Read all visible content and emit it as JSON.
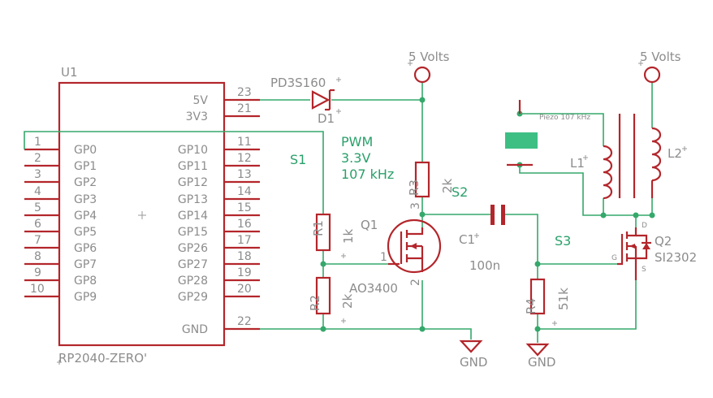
{
  "colors": {
    "component": "#b3262b",
    "wire": "#35a86b",
    "text": "#8c8c8c",
    "net_label": "#2aa06a"
  },
  "u1": {
    "name": "U1",
    "value": "RP2040-ZERO'",
    "right_pins": [
      {
        "label": "5V",
        "num": "23"
      },
      {
        "label": "3V3",
        "num": "21"
      },
      {
        "label": "GP10",
        "num": "11"
      },
      {
        "label": "GP11",
        "num": "12"
      },
      {
        "label": "GP12",
        "num": "13"
      },
      {
        "label": "GP13",
        "num": "14"
      },
      {
        "label": "GP14",
        "num": "15"
      },
      {
        "label": "GP15",
        "num": "16"
      },
      {
        "label": "GP26",
        "num": "17"
      },
      {
        "label": "GP27",
        "num": "18"
      },
      {
        "label": "GP28",
        "num": "19"
      },
      {
        "label": "GP29",
        "num": "20"
      },
      {
        "label": "GND",
        "num": "22"
      }
    ],
    "left_pins": [
      {
        "label": "GP0",
        "num": "1"
      },
      {
        "label": "GP1",
        "num": "2"
      },
      {
        "label": "GP2",
        "num": "3"
      },
      {
        "label": "GP3",
        "num": "4"
      },
      {
        "label": "GP4",
        "num": "5"
      },
      {
        "label": "GP5",
        "num": "6"
      },
      {
        "label": "GP6",
        "num": "7"
      },
      {
        "label": "GP7",
        "num": "8"
      },
      {
        "label": "GP8",
        "num": "9"
      },
      {
        "label": "GP9",
        "num": "10"
      }
    ]
  },
  "d1": {
    "name": "D1",
    "value": "PD3S160"
  },
  "supply_left": "5 Volts",
  "supply_right": "5 Volts",
  "pwm": {
    "line1": "PWM",
    "line2": "3.3V",
    "line3": "107 kHz"
  },
  "nets": {
    "s1": "S1",
    "s2": "S2",
    "s3": "S3"
  },
  "r1": {
    "name": "R1",
    "value": "1k"
  },
  "r2": {
    "name": "R2",
    "value": "2k"
  },
  "r3": {
    "name": "R3",
    "value": "2k"
  },
  "r4": {
    "name": "R4",
    "value": "51k"
  },
  "q1": {
    "name": "Q1",
    "value": "AO3400",
    "pin_gate": "1",
    "pin_drain": "3",
    "pin_source": "2"
  },
  "c1": {
    "name": "C1",
    "value": "100n"
  },
  "q2": {
    "name": "Q2",
    "value": "SI2302",
    "pin_d": "D",
    "pin_g": "G",
    "pin_s": "S"
  },
  "piezo": {
    "label": "Piezo 107 kHz"
  },
  "l1": {
    "name": "L1"
  },
  "l2": {
    "name": "L2"
  },
  "gnd_a": "GND",
  "gnd_b": "GND"
}
